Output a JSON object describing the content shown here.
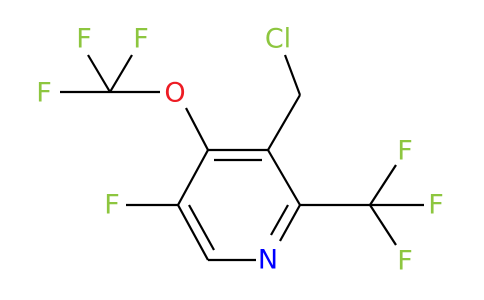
{
  "molecule": {
    "colors": {
      "bond": "#000000",
      "fluorine": "#8dc63f",
      "chlorine": "#8dc63f",
      "oxygen": "#ed1c24",
      "nitrogen": "#0000ff"
    },
    "labels": {
      "cl": "Cl",
      "o": "O",
      "n": "N",
      "f_ring": "F",
      "f_ocf3_top1": "F",
      "f_ocf3_top2": "F",
      "f_ocf3_left": "F",
      "f_cf3_top": "F",
      "f_cf3_right": "F",
      "f_cf3_bottom": "F"
    }
  }
}
